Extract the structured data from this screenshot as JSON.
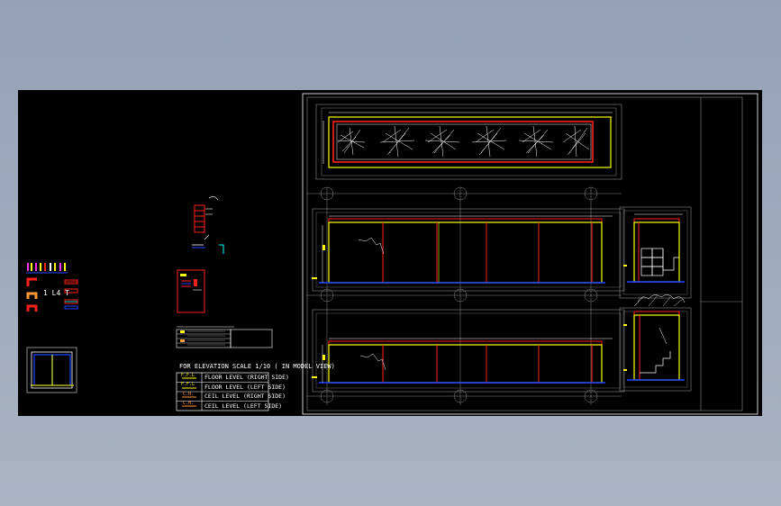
{
  "window": {
    "background_top": "#95a2b6",
    "background_bottom": "#a9b3c4",
    "canvas_color": "#000000"
  },
  "colors": {
    "red": "#ff2020",
    "yellow": "#ffff00",
    "white": "#ffffff",
    "blue": "#2244ff",
    "cyan": "#00ffff",
    "gray": "#8a8a8a",
    "magenta": "#ff33ff"
  },
  "legend": {
    "title": "FOR ELEVATION SCALE 1/10 ( IN MODEL VIEW)",
    "rows": [
      {
        "symbol": "F.F.L",
        "text": "FLOOR LEVEL (RIGHT SIDE)"
      },
      {
        "symbol": "F.F.L",
        "text": "FLOOR LEVEL (LEFT SIDE)"
      },
      {
        "symbol": "C.H.",
        "text": "CEIL LEVEL (RIGHT SIDE)"
      },
      {
        "symbol": "C.H.",
        "text": "CEIL LEVEL (LEFT SIDE)"
      }
    ]
  },
  "small_label": "1 L4 T"
}
